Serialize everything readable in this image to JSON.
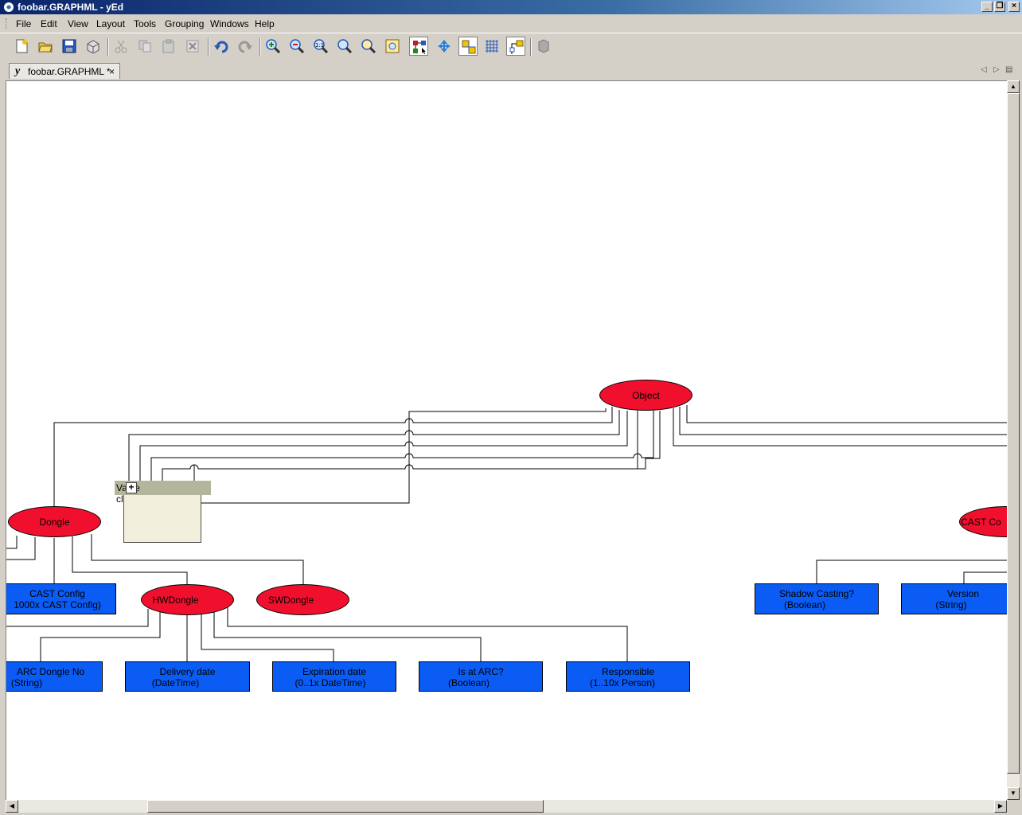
{
  "window": {
    "title": "foobar.GRAPHML - yEd"
  },
  "menu": [
    "File",
    "Edit",
    "View",
    "Layout",
    "Tools",
    "Grouping",
    "Windows",
    "Help"
  ],
  "toolbar": {
    "icons": [
      "new-icon",
      "open-icon",
      "save-icon",
      "export-icon",
      "cut-icon",
      "copy-icon",
      "paste-icon",
      "delete-icon",
      "undo-icon",
      "redo-icon",
      "zoom-in-icon",
      "zoom-out-icon",
      "zoom-actual-icon",
      "zoom-fit-icon",
      "zoom-area-icon",
      "fit-content-icon",
      "edit-mode-icon",
      "navigation-mode-icon",
      "snapping-icon",
      "grid-icon",
      "orthogonal-edges-icon",
      "overview-icon"
    ]
  },
  "tab": {
    "label": "foobar.GRAPHML *",
    "close": "×"
  },
  "graph": {
    "ellipses": [
      {
        "id": "object",
        "label": "Object"
      },
      {
        "id": "dongle",
        "label": "Dongle"
      },
      {
        "id": "hwdongle",
        "label": "HWDongle"
      },
      {
        "id": "swdongle",
        "label": "SWDongle"
      },
      {
        "id": "castconfig",
        "label": "CAST Co"
      }
    ],
    "group": {
      "label": "Value classes",
      "toggle": "+"
    },
    "rects": [
      {
        "id": "cast-config",
        "line1": "CAST Config",
        "line2": "1000x CAST Config)"
      },
      {
        "id": "arc-dongle-no",
        "line1": "ARC Dongle No",
        "line2": "(String)"
      },
      {
        "id": "delivery-date",
        "line1": "Delivery date",
        "line2": "(DateTime)"
      },
      {
        "id": "expiration-date",
        "line1": "Expiration date",
        "line2": "(0..1x DateTime)"
      },
      {
        "id": "is-at-arc",
        "line1": "Is at ARC?",
        "line2": "(Boolean)"
      },
      {
        "id": "responsible",
        "line1": "Responsible",
        "line2": "(1..10x Person)"
      },
      {
        "id": "shadow-casting",
        "line1": "Shadow Casting?",
        "line2": "(Boolean)"
      },
      {
        "id": "version",
        "line1": "Version",
        "line2": "(String)"
      }
    ]
  },
  "colors": {
    "ellipse_fill": "#f0102e",
    "rect_fill": "#0a5cf5",
    "group_header": "#b5b59c",
    "group_body": "#f2f0dc"
  }
}
